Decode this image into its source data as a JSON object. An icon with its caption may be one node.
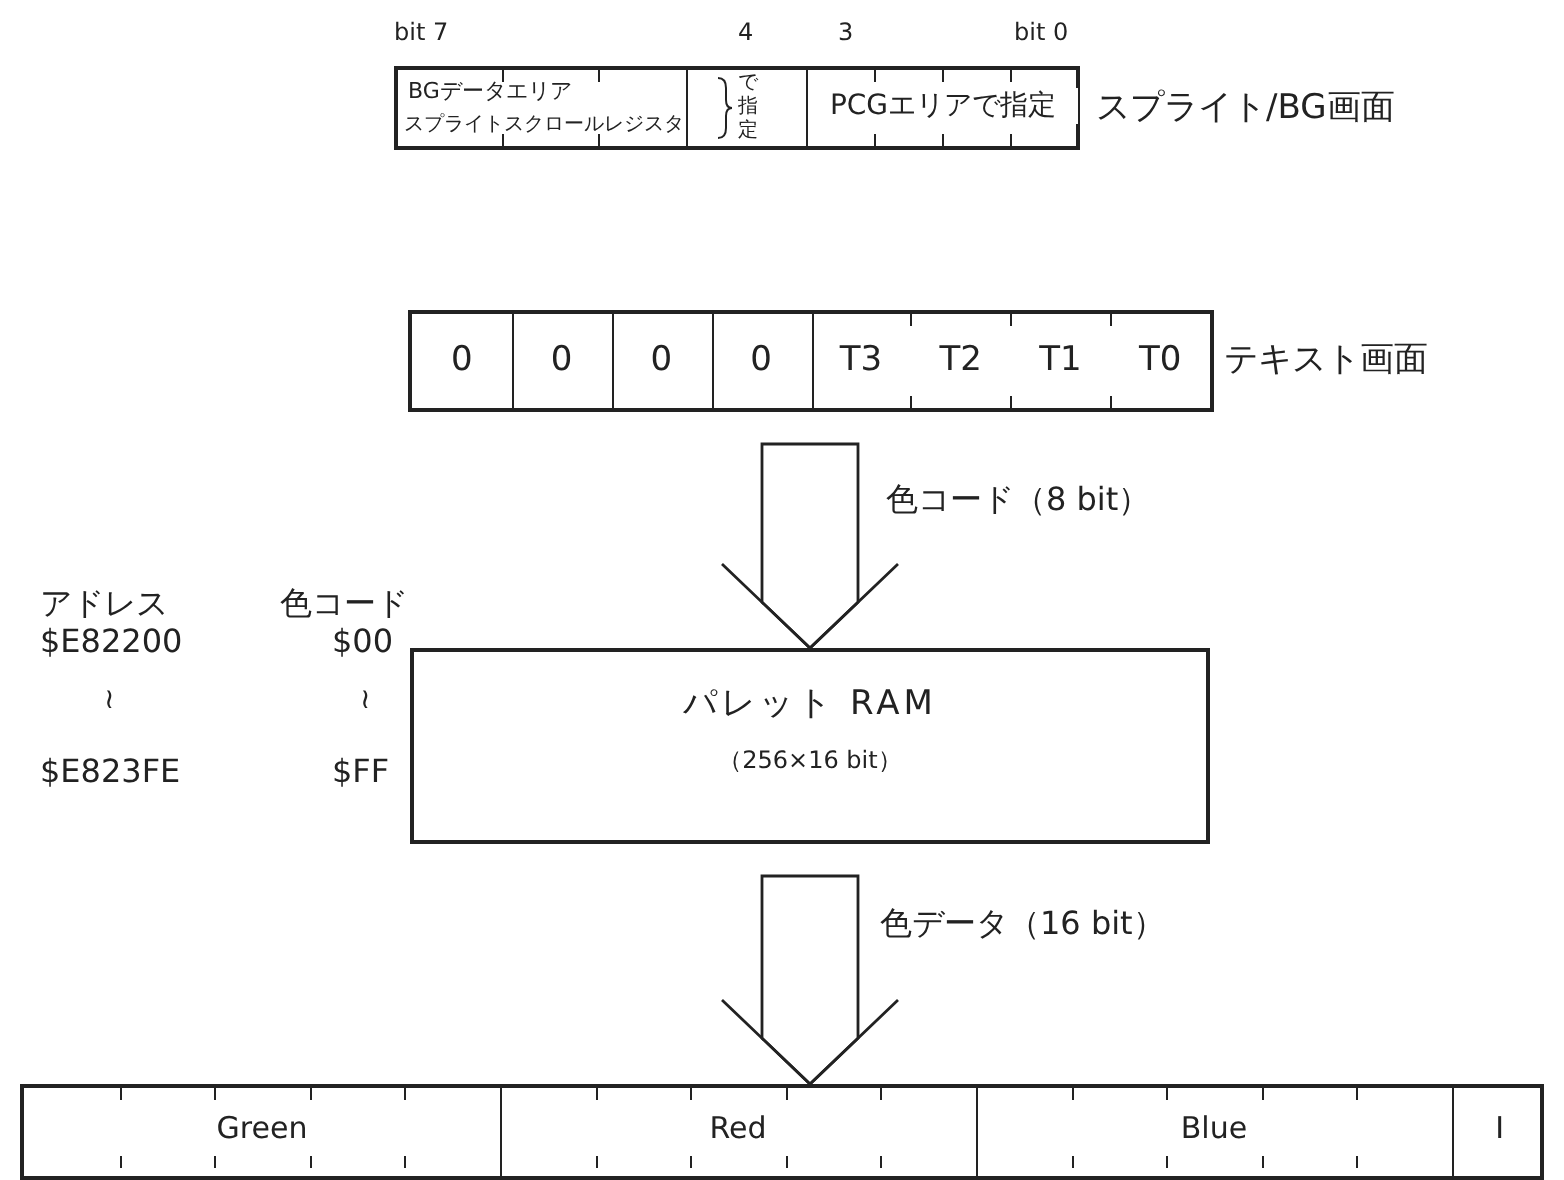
{
  "diagram": {
    "nodes": [
      {
        "text": [
          "BGデータエリア",
          "スプライトスクロールレジスタ",
          "で指定",
          "PCGエリアで指定"
        ],
        "beside": [
          "スプライト/BG画面"
        ]
      },
      {
        "text": [
          "0",
          "0",
          "0",
          "0",
          "T3",
          "T2",
          "T1",
          "T0"
        ],
        "beside": [
          "テキスト画面"
        ]
      },
      {
        "text": [
          "パレット RAM",
          "（256×16 bit）"
        ]
      },
      {
        "text": [
          "Green",
          "Red",
          "Blue",
          "I"
        ]
      }
    ],
    "edges": [
      {
        "from": 1,
        "to": 2,
        "arrow": "to",
        "label": "色コード（8 bit）"
      },
      {
        "from": 2,
        "to": 3,
        "arrow": "to",
        "label": "色データ（16 bit）"
      }
    ],
    "labels": [
      "bit 7",
      "4",
      "3",
      "bit 0",
      "アドレス",
      "色コード",
      "$E82200",
      "$00",
      "≀",
      "≀",
      "$E823FE",
      "$FF"
    ]
  }
}
